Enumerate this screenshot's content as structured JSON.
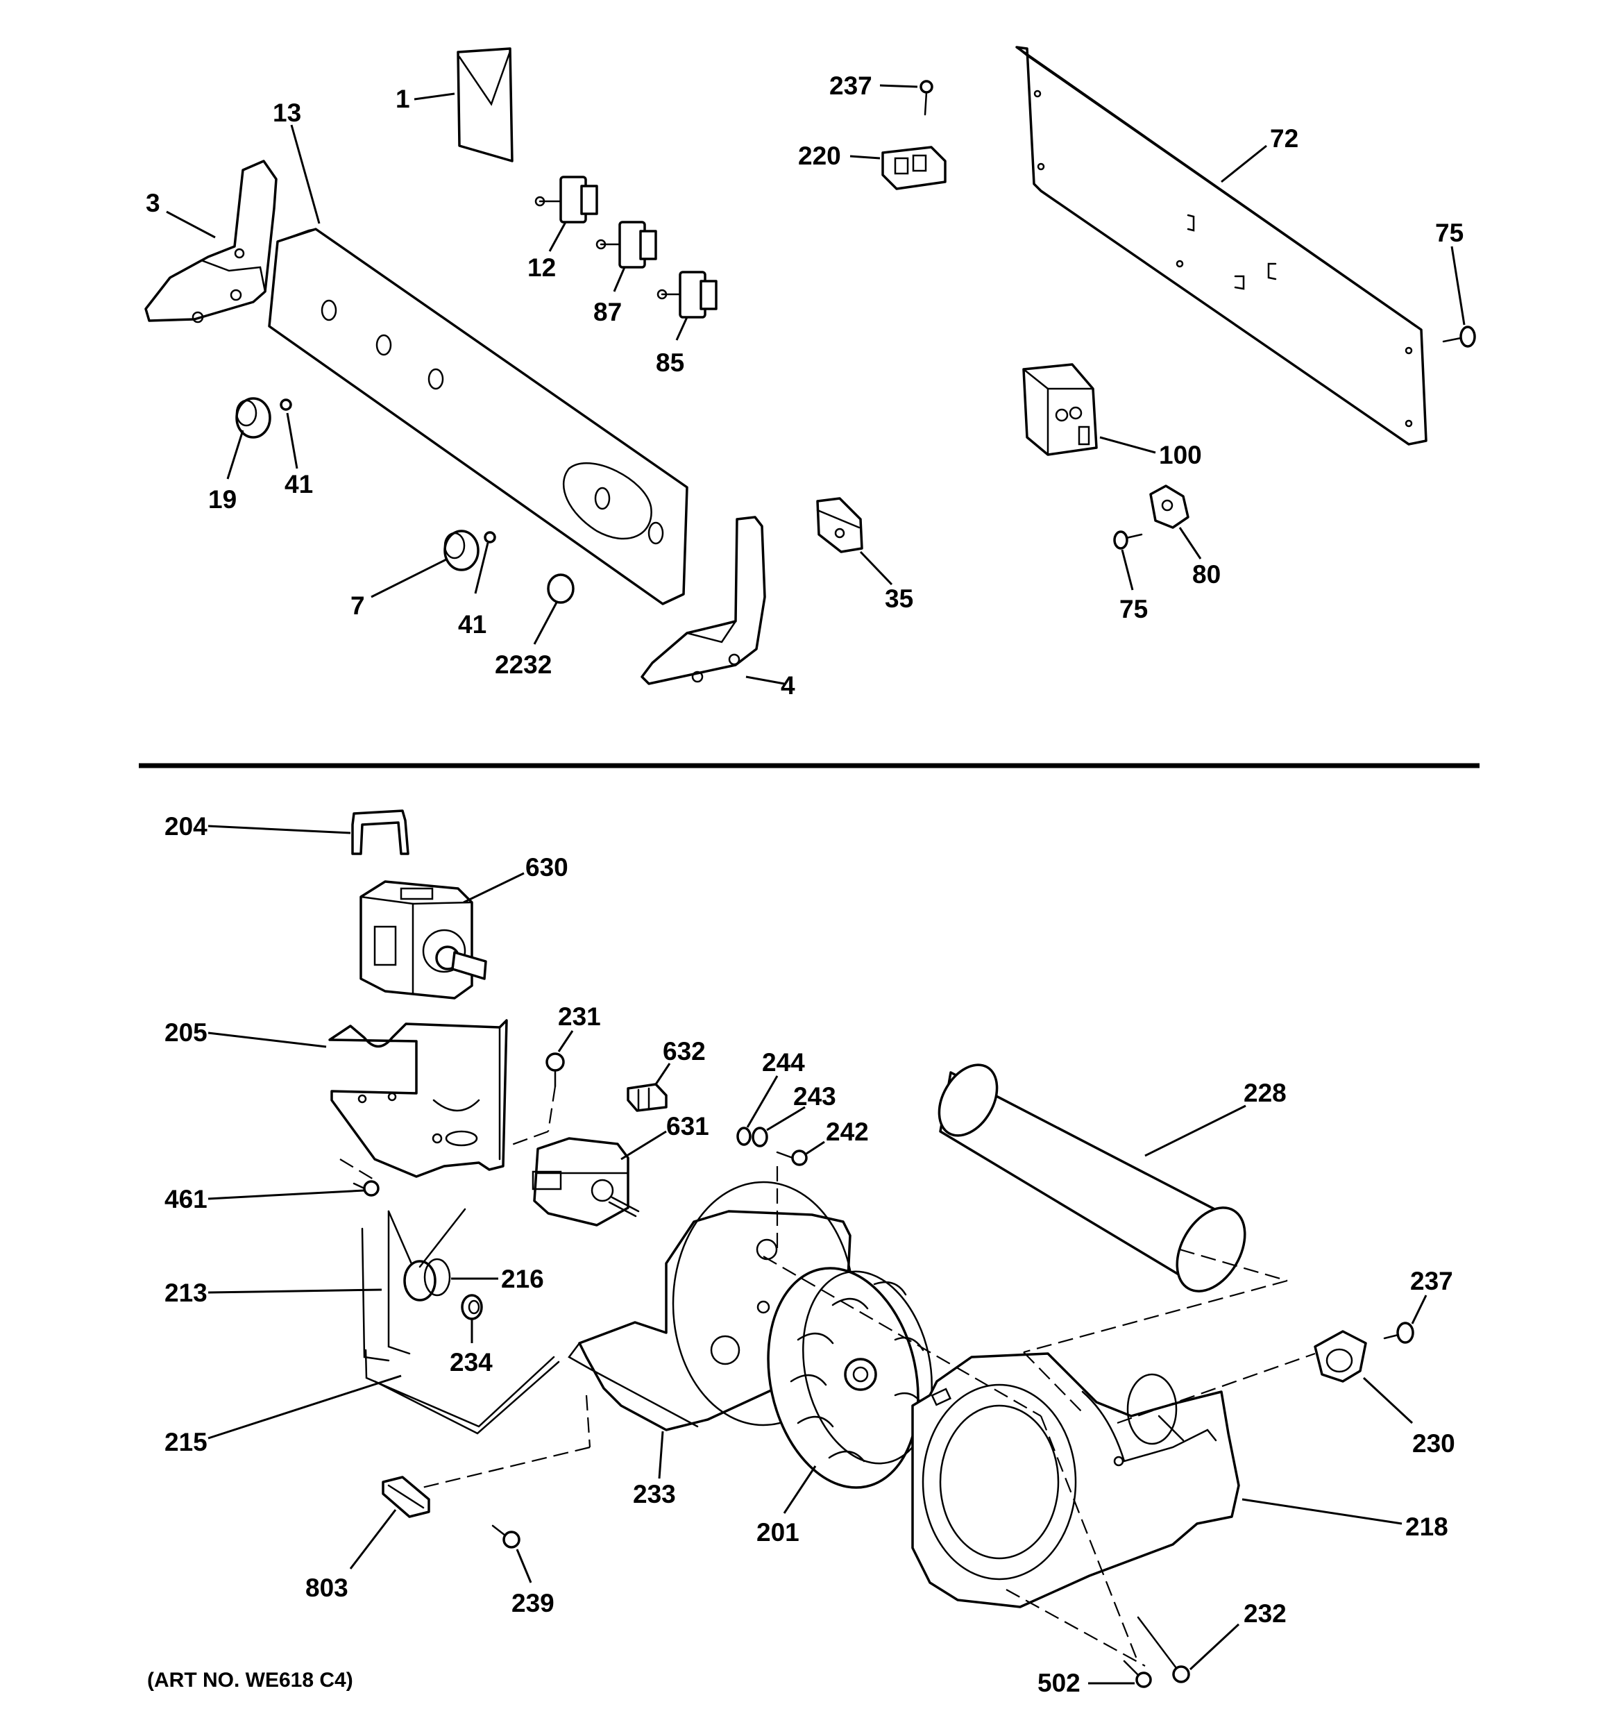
{
  "art_number": "(ART NO. WE618 C4)",
  "labels": {
    "l1": "1",
    "l13": "13",
    "l3": "3",
    "l237a": "237",
    "l220": "220",
    "l72": "72",
    "l75a": "75",
    "l12": "12",
    "l87": "87",
    "l85": "85",
    "l19": "19",
    "l41a": "41",
    "l100": "100",
    "l7": "7",
    "l41b": "41",
    "l2232": "2232",
    "l4": "4",
    "l35": "35",
    "l80": "80",
    "l75b": "75",
    "l204": "204",
    "l630": "630",
    "l205": "205",
    "l231": "231",
    "l632": "632",
    "l244": "244",
    "l243": "243",
    "l242": "242",
    "l631": "631",
    "l228": "228",
    "l461": "461",
    "l213": "213",
    "l216": "216",
    "l237b": "237",
    "l234": "234",
    "l215": "215",
    "l233": "233",
    "l201": "201",
    "l230": "230",
    "l218": "218",
    "l803": "803",
    "l239": "239",
    "l232": "232",
    "l502": "502"
  }
}
